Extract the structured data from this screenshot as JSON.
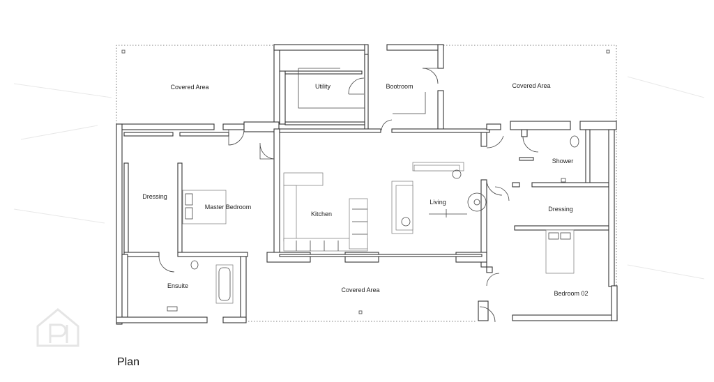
{
  "plan": {
    "caption": "Plan",
    "rooms": {
      "covered_area_nw": "Covered Area",
      "utility": "Utility",
      "bootroom": "Bootroom",
      "covered_area_ne": "Covered Area",
      "shower": "Shower",
      "dressing_left": "Dressing",
      "master_bedroom": "Master Bedroom",
      "kitchen": "Kitchen",
      "living": "Living",
      "dressing_right": "Dressing",
      "ensuite": "Ensuite",
      "covered_area_s": "Covered Area",
      "bedroom_02": "Bedroom 02"
    }
  },
  "watermark": {
    "icon": "property-pal-logo-icon"
  }
}
